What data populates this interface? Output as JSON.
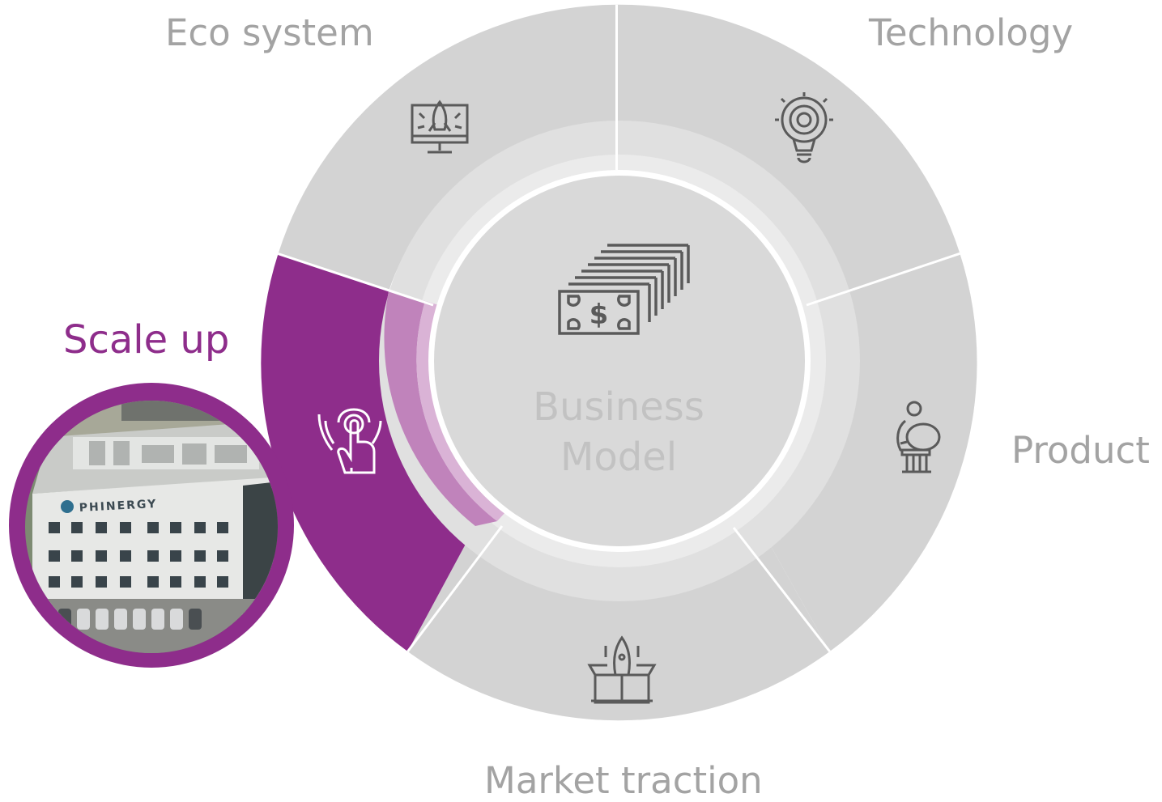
{
  "center": {
    "line1": "Business",
    "line2": "Model",
    "icon": "money-stack-icon"
  },
  "segments": [
    {
      "id": "eco-system",
      "label": "Eco system",
      "icon": "rocket-monitor-icon",
      "active": false
    },
    {
      "id": "technology",
      "label": "Technology",
      "icon": "gear-lightbulb-icon",
      "active": false
    },
    {
      "id": "product",
      "label": "Product",
      "icon": "person-lightbulb-icon",
      "active": false
    },
    {
      "id": "market-traction",
      "label": "Market traction",
      "icon": "rocket-box-icon",
      "active": false
    },
    {
      "id": "scale-up",
      "label": "Scale up",
      "icon": "touch-hand-icon",
      "active": true
    }
  ],
  "photo": {
    "sign_text": "PHINERGY",
    "description_icon": "building-photo"
  },
  "colors": {
    "segment": "#d3d3d3",
    "ring_outer": "#e0e0e0",
    "ring_inner": "#ebebeb",
    "center": "#d9d9d9",
    "accent": "#8e2d8b",
    "accent_light": "#c083bb",
    "accent_lighter": "#dab3d6",
    "label": "#a3a3a3",
    "icon": "#5a5a5a"
  }
}
